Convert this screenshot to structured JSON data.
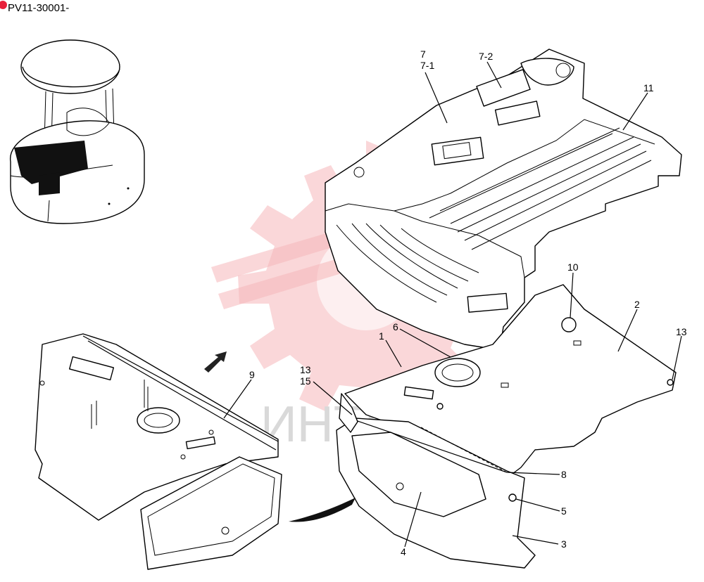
{
  "document": {
    "code": "PV11-30001-"
  },
  "watermark": {
    "text": "ИНТЕХ",
    "color": "#f4a9ad"
  },
  "callouts": {
    "c1": "1",
    "c2": "2",
    "c3": "3",
    "c4": "4",
    "c5": "5",
    "c6": "6",
    "c7": "7",
    "c7_1": "7-1",
    "c7_2": "7-2",
    "c8": "8",
    "c9": "9",
    "c10": "10",
    "c11": "11",
    "c13a": "13",
    "c13b": "13",
    "c15": "15"
  },
  "icons": {
    "marker": "red-dot-icon",
    "machine": "machine-overview-icon",
    "direction": "direction-arrow-icon"
  }
}
